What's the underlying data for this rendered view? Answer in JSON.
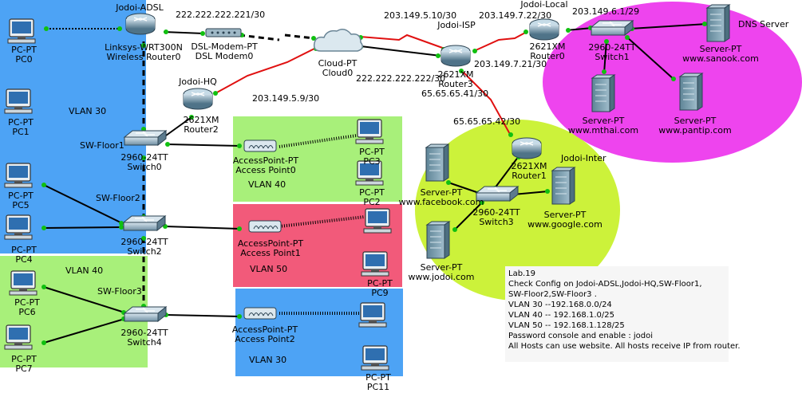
{
  "zones": {
    "vlan30_left": {
      "label": "VLAN 30",
      "color": "#4da3f5"
    },
    "vlan40_left": {
      "label": "VLAN 40",
      "color": "#a8f07a"
    },
    "ap0_zone": {
      "label": "VLAN 40",
      "color": "#a8f07a"
    },
    "ap1_zone": {
      "label": "VLAN 50",
      "color": "#f25a7a"
    },
    "ap2_zone": {
      "label": "VLAN 30",
      "color": "#4da3f5"
    },
    "isp_zone": {
      "color": "#ccf23a"
    },
    "local_zone": {
      "color": "#ee44ee"
    }
  },
  "devices": {
    "pc0": {
      "type": "PC-PT",
      "name": "PC0"
    },
    "pc1": {
      "type": "PC-PT",
      "name": "PC1"
    },
    "pc5": {
      "type": "PC-PT",
      "name": "PC5"
    },
    "pc4": {
      "type": "PC-PT",
      "name": "PC4"
    },
    "pc6": {
      "type": "PC-PT",
      "name": "PC6"
    },
    "pc7": {
      "type": "PC-PT",
      "name": "PC7"
    },
    "pc3": {
      "type": "PC-PT",
      "name": "PC3"
    },
    "pc2": {
      "type": "PC-PT",
      "name": "PC2"
    },
    "pc8": {
      "type": "PC-PT",
      "name": ""
    },
    "pc9": {
      "type": "PC-PT",
      "name": "PC9"
    },
    "pc10": {
      "type": "PC-PT",
      "name": ""
    },
    "pc11": {
      "type": "PC-PT",
      "name": "PC11"
    },
    "wrouter0": {
      "hostname": "Jodoi-ADSL",
      "type": "Linksys-WRT300N",
      "name": "Wireless Router0"
    },
    "dslmodem0": {
      "type": "DSL-Modem-PT",
      "name": "DSL Modem0"
    },
    "cloud0": {
      "type": "Cloud-PT",
      "name": "Cloud0"
    },
    "router2": {
      "hostname": "Jodoi-HQ",
      "type": "2621XM",
      "name": "Router2"
    },
    "router3": {
      "hostname": "Jodoi-ISP",
      "type": "2621XM",
      "name": "Router3"
    },
    "router0": {
      "hostname": "Jodoi-Local",
      "type": "2621XM",
      "name": "Router0"
    },
    "router1": {
      "hostname": "",
      "type": "2621XM",
      "name": "Router1"
    },
    "switch0": {
      "hostname": "SW-Floor1",
      "type": "2960-24TT",
      "name": "Switch0"
    },
    "switch2": {
      "hostname": "SW-Floor2",
      "type": "2960-24TT",
      "name": "Switch2"
    },
    "switch4": {
      "hostname": "SW-Floor3",
      "type": "2960-24TT",
      "name": "Switch4"
    },
    "switch1": {
      "type": "2960-24TT",
      "name": "Switch1"
    },
    "switch3": {
      "type": "2960-24TT",
      "name": "Switch3"
    },
    "ap0": {
      "type": "AccessPoint-PT",
      "name": "Access Point0"
    },
    "ap1": {
      "type": "AccessPoint-PT",
      "name": "Access Point1"
    },
    "ap2": {
      "type": "AccessPoint-PT",
      "name": "Access Point2"
    },
    "srv_facebook": {
      "type": "Server-PT",
      "name": "www.facebook.com"
    },
    "srv_google": {
      "type": "Server-PT",
      "name": "www.google.com"
    },
    "srv_jodoi": {
      "type": "Server-PT",
      "name": "www.jodoi.com"
    },
    "srv_mthai": {
      "type": "Server-PT",
      "name": "www.mthai.com"
    },
    "srv_pantip": {
      "type": "Server-PT",
      "name": "www.pantip.com"
    },
    "srv_sanook": {
      "type": "Server-PT",
      "name": "www.sanook.com"
    }
  },
  "links": {
    "wan_adsl": "222.222.222.221/30",
    "wan_cloud_r3": "222.222.222.222/30",
    "hq_cloud": "203.149.5.9/30",
    "isp_cloud": "203.149.5.10/30",
    "local_r0": "203.149.7.22/30",
    "local_r3": "203.149.7.21/30",
    "local_lan": "203.149.6.1/29",
    "inter_r3": "65.65.65.41/30",
    "inter_r1": "65.65.65.42/30"
  },
  "labels": {
    "dns_server": "DNS Server",
    "jodoi_inter": "Jodoi-Inter"
  },
  "note": {
    "lines": [
      "Lab.19",
      "Check Config on Jodoi-ADSL,Jodoi-HQ,SW-Floor1,",
      "SW-Floor2,SW-Floor3 .",
      "VLAN 30 --192.168.0.0/24",
      "VLAN 40 -- 192.168.1.0/25",
      "VLAN 50 -- 192.168.1.128/25",
      "Password console and enable : jodoi",
      "All Hosts can use website.  All hosts receive IP from router."
    ]
  }
}
